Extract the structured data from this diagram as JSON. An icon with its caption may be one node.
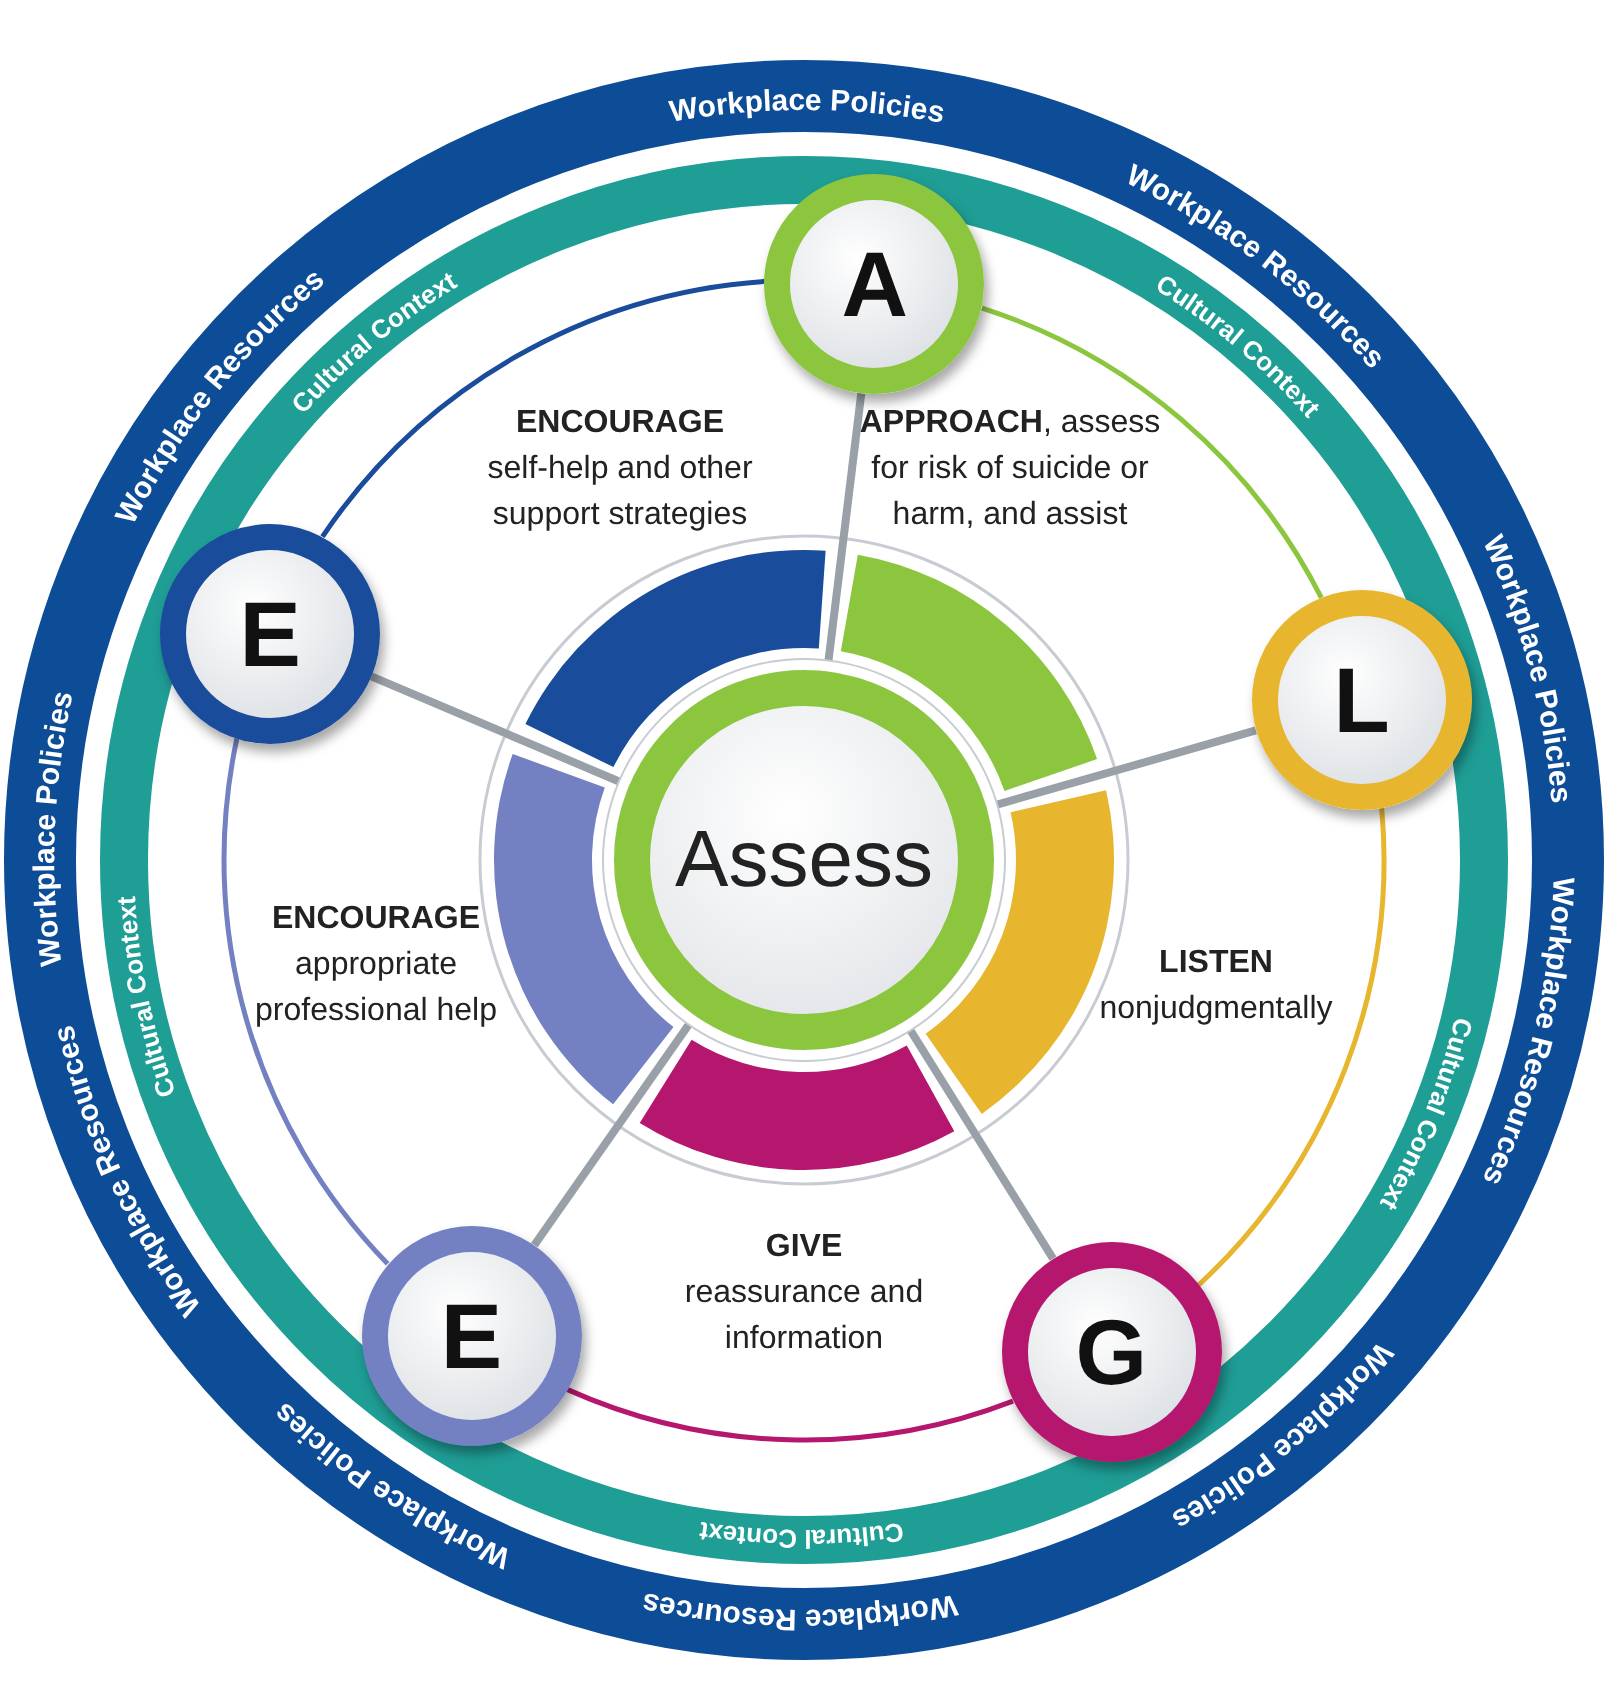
{
  "diagram": {
    "nodes": [
      {
        "text": [
          "Assess"
        ]
      },
      {
        "text": [
          "A"
        ]
      },
      {
        "text": [
          "L"
        ]
      },
      {
        "text": [
          "G"
        ]
      },
      {
        "text": [
          "E"
        ]
      },
      {
        "text": [
          "E"
        ]
      }
    ],
    "edges": [
      {
        "from": 0,
        "to": 1,
        "arrow": "none",
        "color": "#9aa0a8"
      },
      {
        "from": 0,
        "to": 2,
        "arrow": "none",
        "color": "#9aa0a8"
      },
      {
        "from": 0,
        "to": 3,
        "arrow": "none",
        "color": "#9aa0a8"
      },
      {
        "from": 0,
        "to": 4,
        "arrow": "none",
        "color": "#9aa0a8"
      },
      {
        "from": 0,
        "to": 5,
        "arrow": "none",
        "color": "#9aa0a8"
      },
      {
        "from": 1,
        "to": 2,
        "arrow": "none",
        "color": "#8cc63f"
      },
      {
        "from": 2,
        "to": 3,
        "arrow": "none",
        "color": "#e8b52e"
      },
      {
        "from": 3,
        "to": 4,
        "arrow": "none",
        "color": "#b5176e"
      },
      {
        "from": 4,
        "to": 5,
        "arrow": "none",
        "color": "#7381c2"
      },
      {
        "from": 5,
        "to": 1,
        "arrow": "none",
        "color": "#1a4c9c"
      }
    ],
    "labels": [
      "Workplace Policies",
      "Workplace Resources",
      "Workplace Policies",
      "Workplace Resources",
      "Workplace Policies",
      "Workplace Resources",
      "Workplace Policies",
      "Workplace Resources",
      "Workplace Policies",
      "Workplace Resources",
      "Cultural Context",
      "Cultural Context",
      "Cultural Context",
      "Cultural Context",
      "Cultural Context",
      "ENCOURAGE",
      "self-help and other support strategies",
      "**APPROACH**, assess for risk of suicide or harm, and assist",
      "ENCOURAGE",
      "appropriate professional help",
      "LISTEN",
      "nonjudgmentally",
      "GIVE",
      "reassurance and information"
    ]
  }
}
